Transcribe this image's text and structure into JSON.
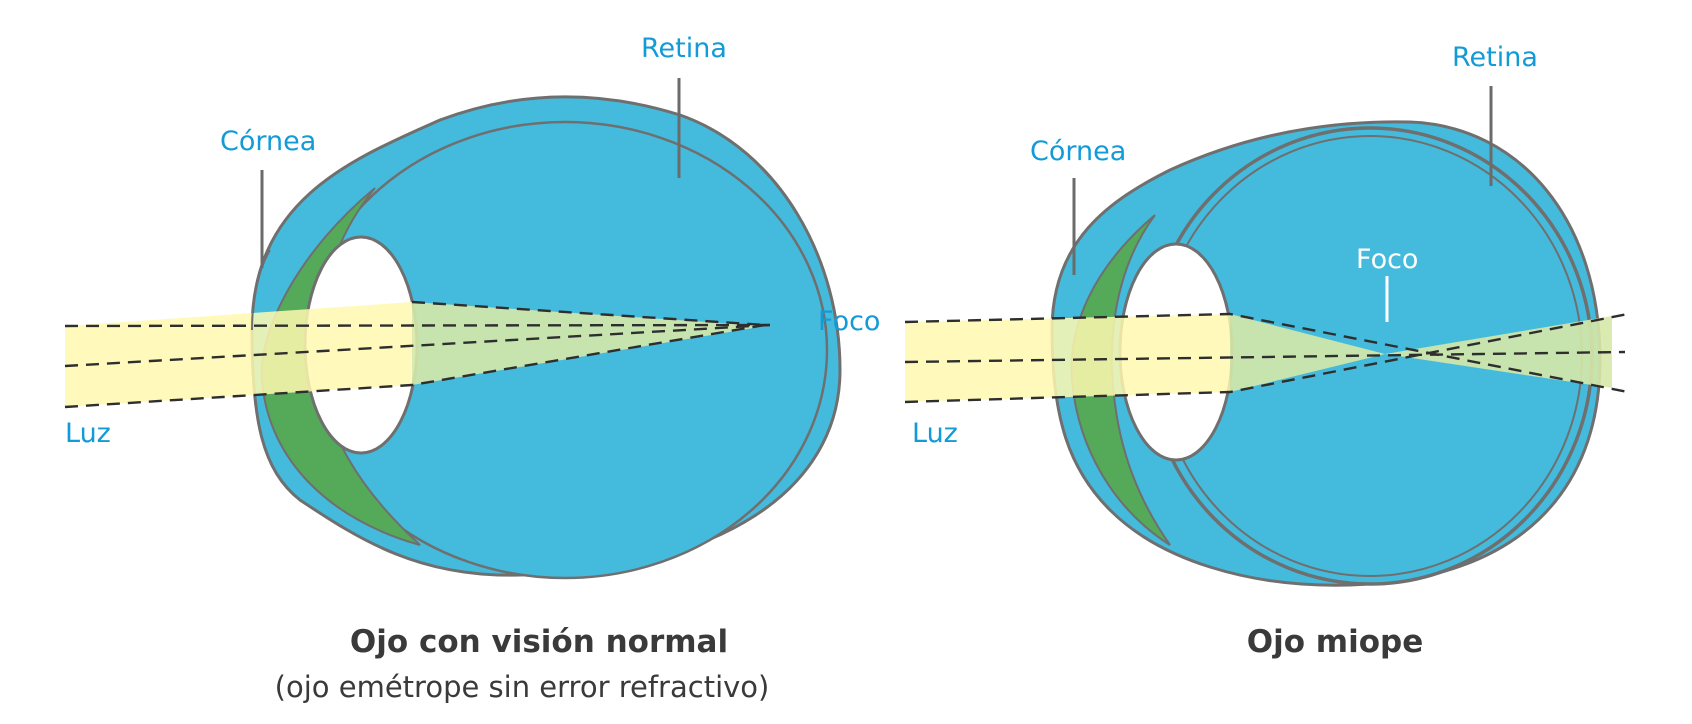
{
  "colors": {
    "eye_blue": "#44bbdc",
    "outline": "#6f6f6f",
    "cornea_green": "#55aa5a",
    "light_yellow": "#fff9b0",
    "converge_green": "#d6e8a8",
    "label_blue": "#129bd6",
    "title_gray": "#3a3a3a"
  },
  "normal_eye": {
    "label_retina": "Retina",
    "label_cornea": "Córnea",
    "label_focus": "Foco",
    "label_light": "Luz",
    "title": "Ojo con visión normal",
    "subtitle": "(ojo emétrope sin error refractivo)"
  },
  "myopic_eye": {
    "label_retina": "Retina",
    "label_cornea": "Córnea",
    "label_focus": "Foco",
    "label_light": "Luz",
    "title": "Ojo miope"
  }
}
